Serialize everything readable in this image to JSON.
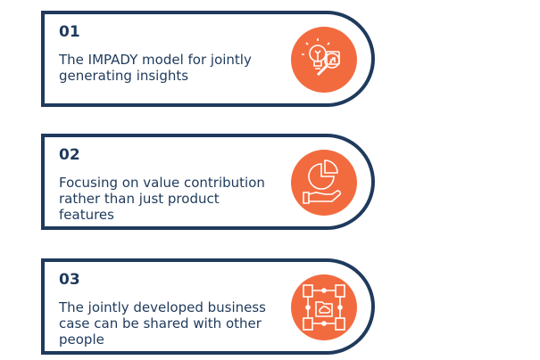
{
  "items": [
    {
      "number": "01",
      "text": "The IMPADY model for jointly generating insights",
      "icon": "lightbulb-magnifier-chart-icon"
    },
    {
      "number": "02",
      "text": "Focusing on value contribution rather than just product features",
      "icon": "hand-pie-chart-icon"
    },
    {
      "number": "03",
      "text": "The jointly developed business case can be shared with other people",
      "icon": "network-documents-cloud-icon"
    }
  ],
  "colors": {
    "border": "#1f3a5c",
    "accent": "#f26b3f"
  }
}
